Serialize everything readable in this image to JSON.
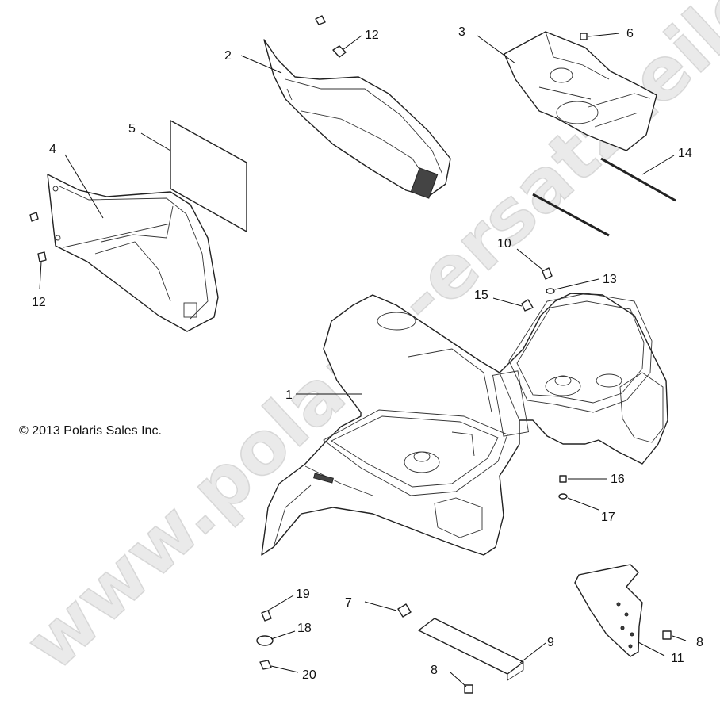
{
  "watermark": "www.polaris-ersatzteile.de",
  "copyright": "© 2013 Polaris Sales Inc.",
  "callouts": {
    "c1": "1",
    "c2": "2",
    "c3": "3",
    "c4": "4",
    "c5": "5",
    "c6": "6",
    "c7": "7",
    "c8a": "8",
    "c8b": "8",
    "c9": "9",
    "c10": "10",
    "c11": "11",
    "c12a": "12",
    "c12b": "12",
    "c13": "13",
    "c14": "14",
    "c15": "15",
    "c16": "16",
    "c17": "17",
    "c18": "18",
    "c19": "19",
    "c20": "20"
  },
  "colors": {
    "line": "#222222",
    "watermark": "#d9d9d9",
    "background": "#ffffff"
  }
}
